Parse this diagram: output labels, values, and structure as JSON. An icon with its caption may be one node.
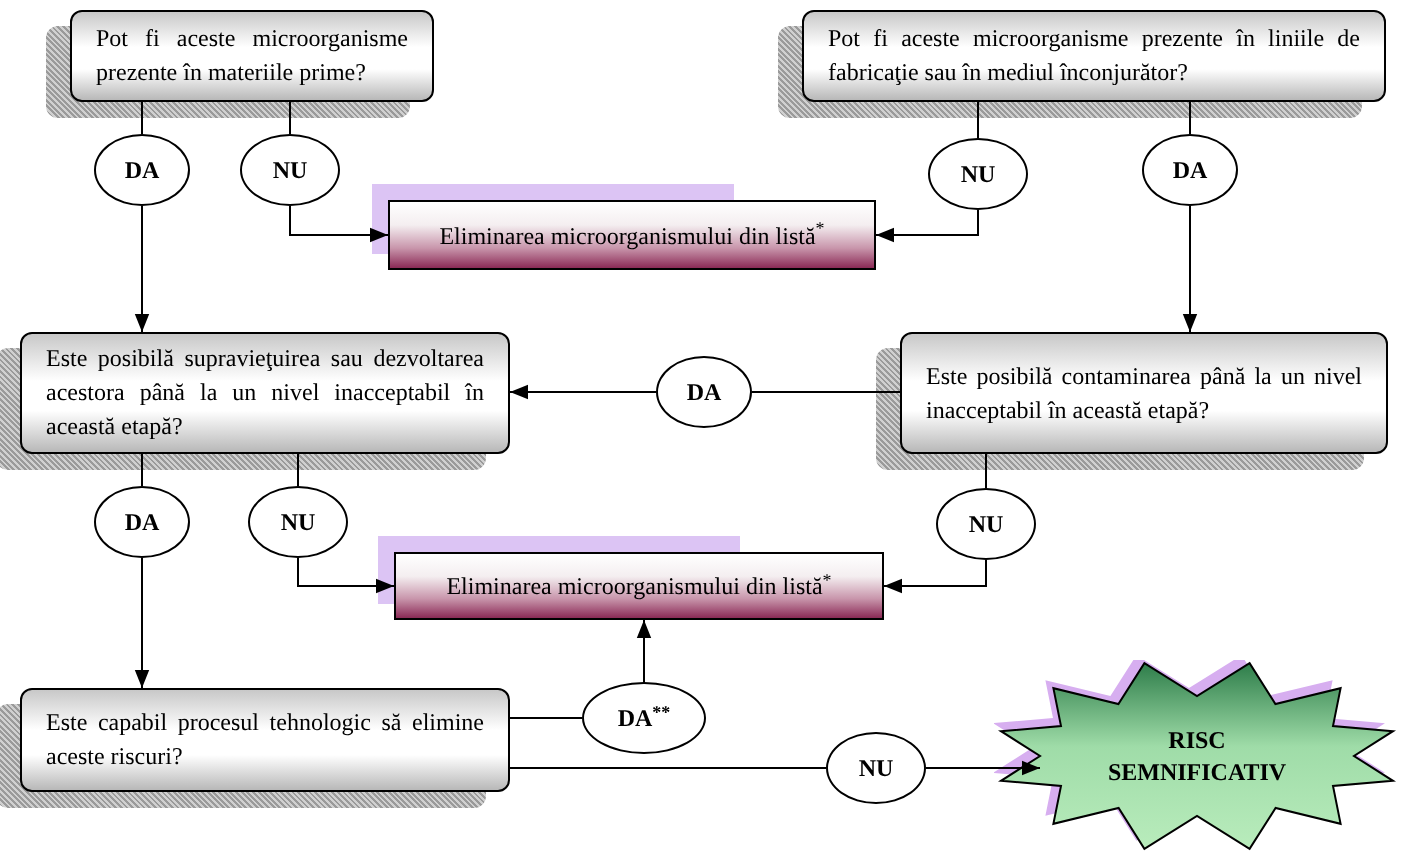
{
  "diagram": {
    "nodes": [
      {
        "text": [
          "Pot fi aceste microorganisme prezente în materiile prime?"
        ]
      },
      {
        "text": [
          "Pot fi aceste microorganisme prezente în liniile de fabricaţie sau în mediul înconjurător?"
        ]
      },
      {
        "text": [
          "DA"
        ]
      },
      {
        "text": [
          "NU"
        ]
      },
      {
        "text": [
          "NU"
        ]
      },
      {
        "text": [
          "DA"
        ]
      },
      {
        "text": [
          "Eliminarea microorganismului din listă$^{*}$"
        ]
      },
      {
        "text": [
          "Este posibilă supravieţuirea sau dezvoltarea acestora până la un nivel inacceptabil în această etapă?"
        ]
      },
      {
        "text": [
          "DA"
        ]
      },
      {
        "text": [
          "Este posibilă contaminarea până la un nivel inacceptabil în această etapă?"
        ]
      },
      {
        "text": [
          "DA"
        ]
      },
      {
        "text": [
          "NU"
        ]
      },
      {
        "text": [
          "NU"
        ]
      },
      {
        "text": [
          "Eliminarea microorganismului din listă$^{*}$"
        ]
      },
      {
        "text": [
          "Este capabil procesul tehnologic să elimine aceste riscuri?"
        ]
      },
      {
        "text": [
          "DA$^{**}$"
        ]
      },
      {
        "text": [
          "NU"
        ]
      },
      {
        "text": [
          "RISC SEMNIFICATIV"
        ]
      }
    ],
    "edges": [
      {
        "from": 0,
        "to": 2,
        "arrow": "none"
      },
      {
        "from": 2,
        "to": 7,
        "arrow": "to"
      },
      {
        "from": 0,
        "to": 3,
        "arrow": "none"
      },
      {
        "from": 3,
        "to": 6,
        "arrow": "to"
      },
      {
        "from": 1,
        "to": 4,
        "arrow": "none"
      },
      {
        "from": 4,
        "to": 6,
        "arrow": "to"
      },
      {
        "from": 1,
        "to": 5,
        "arrow": "none"
      },
      {
        "from": 5,
        "to": 9,
        "arrow": "to"
      },
      {
        "from": 9,
        "to": 8,
        "arrow": "none"
      },
      {
        "from": 8,
        "to": 7,
        "arrow": "to"
      },
      {
        "from": 7,
        "to": 10,
        "arrow": "none"
      },
      {
        "from": 10,
        "to": 14,
        "arrow": "to"
      },
      {
        "from": 7,
        "to": 11,
        "arrow": "none"
      },
      {
        "from": 11,
        "to": 13,
        "arrow": "to"
      },
      {
        "from": 9,
        "to": 12,
        "arrow": "none"
      },
      {
        "from": 12,
        "to": 13,
        "arrow": "to"
      },
      {
        "from": 14,
        "to": 15,
        "arrow": "none"
      },
      {
        "from": 15,
        "to": 13,
        "arrow": "to"
      },
      {
        "from": 14,
        "to": 16,
        "arrow": "none"
      },
      {
        "from": 16,
        "to": 17,
        "arrow": "to"
      }
    ]
  }
}
